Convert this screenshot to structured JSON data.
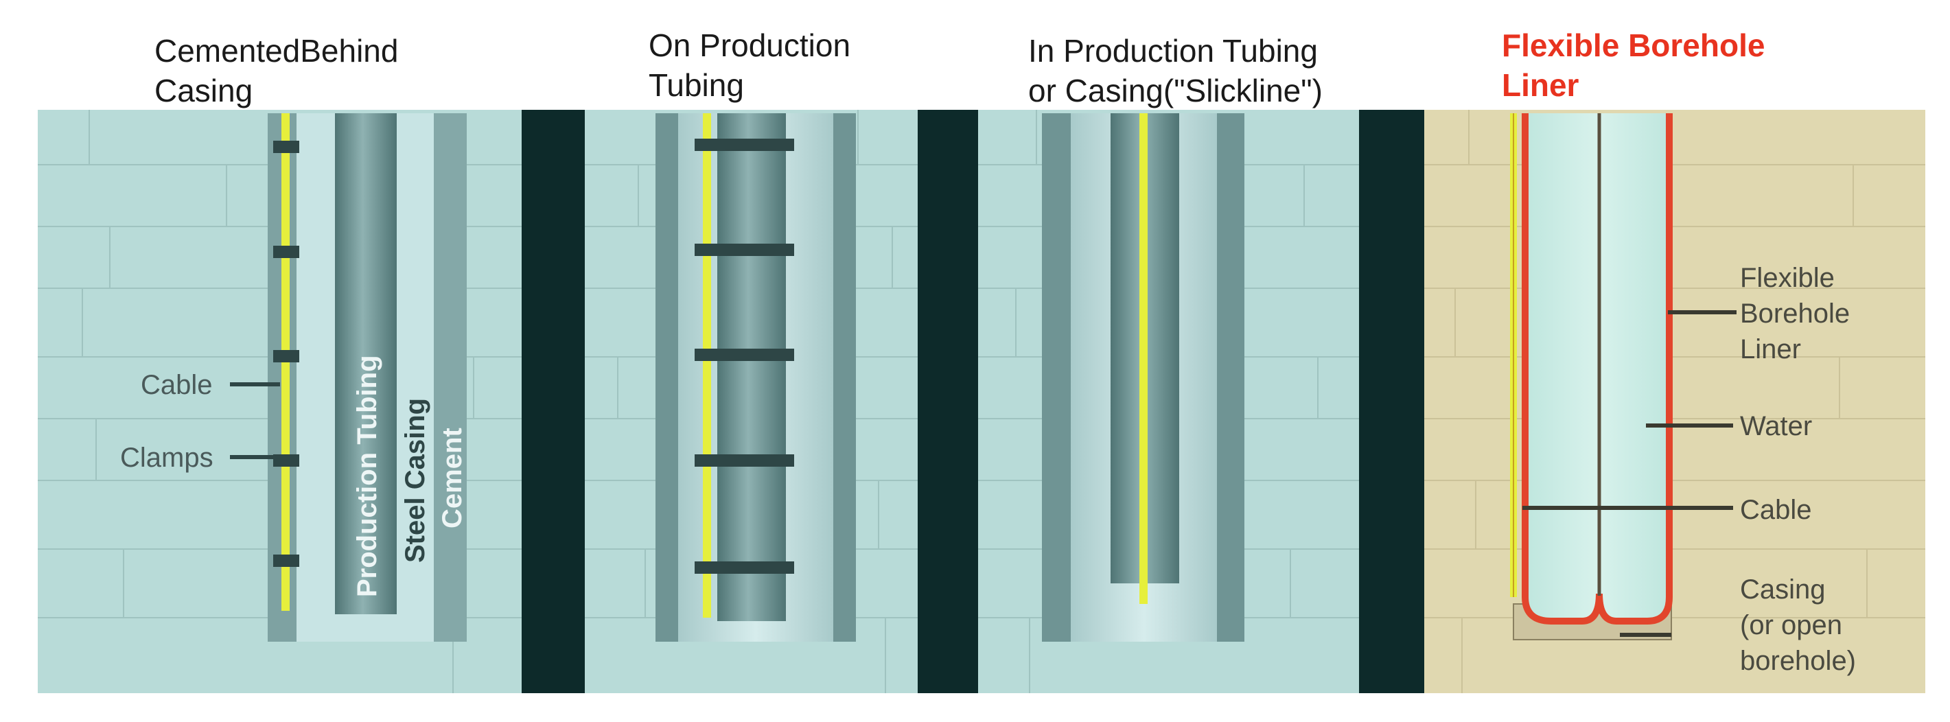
{
  "panels": [
    {
      "title_lines": [
        "CementedBehind",
        "Casing"
      ],
      "labels": {
        "cable": "Cable",
        "clamps": "Clamps",
        "production_tubing": "Production Tubing",
        "steel_casing": "Steel Casing",
        "cement": "Cement"
      }
    },
    {
      "title_lines": [
        "On Production",
        "Tubing"
      ]
    },
    {
      "title_lines": [
        "In Production Tubing",
        "or Casing(\"Slickline\")"
      ]
    },
    {
      "title_lines": [
        "Flexible  Borehole",
        "Liner"
      ],
      "labels": {
        "liner_lines": [
          "Flexible",
          "Borehole",
          "Liner"
        ],
        "water": "Water",
        "cable": "Cable",
        "casing_lines": [
          "Casing",
          "(or open",
          "borehole)"
        ]
      }
    }
  ],
  "colors": {
    "rock": "#b8dbd8",
    "rock_liner": "#e0d8b0",
    "divider": "#0d2a2a",
    "cable": "#e6ef3c",
    "liner": "#e2452c",
    "casing": "#6f9494",
    "tubing": "#5e8686",
    "clamp": "#2e4646",
    "title_red": "#e8331f"
  }
}
